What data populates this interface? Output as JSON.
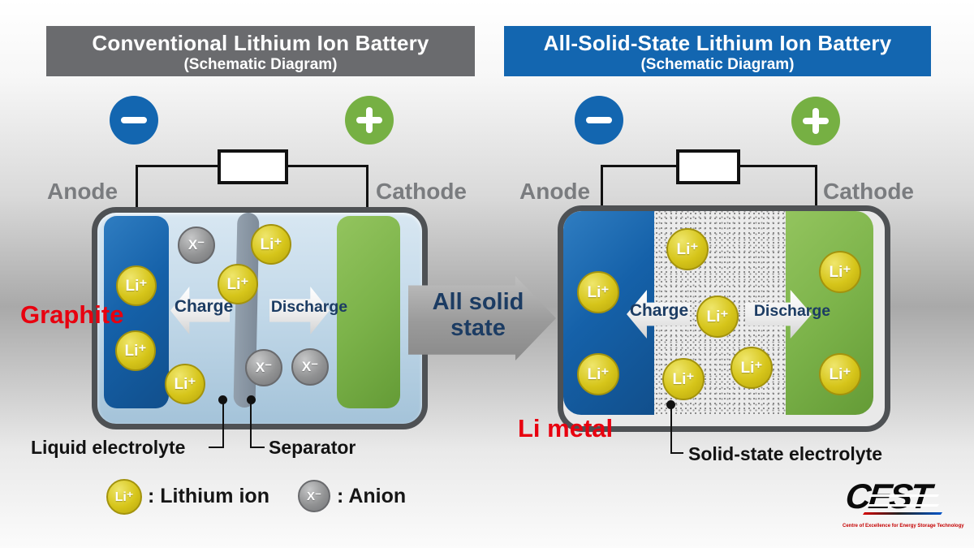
{
  "left_panel": {
    "title": "Conventional Lithium Ion Battery",
    "subtitle": "(Schematic Diagram)",
    "negative_symbol": "−",
    "positive_symbol": "+",
    "anode_label": "Anode",
    "cathode_label": "Cathode",
    "electrode_material": "Graphite",
    "charge_label": "Charge",
    "discharge_label": "Discharge",
    "electrolyte_callout": "Liquid electrolyte",
    "separator_callout": "Separator"
  },
  "right_panel": {
    "title": "All-Solid-State Lithium Ion Battery",
    "subtitle": "(Schematic Diagram)",
    "negative_symbol": "−",
    "positive_symbol": "+",
    "anode_label": "Anode",
    "cathode_label": "Cathode",
    "electrode_material": "Li metal",
    "charge_label": "Charge",
    "discharge_label": "Discharge",
    "electrolyte_callout": "Solid-state electrolyte"
  },
  "transition": {
    "line1": "All solid",
    "line2": "state"
  },
  "ions": {
    "lithium": "Li⁺",
    "anion": "X⁻"
  },
  "legend": {
    "lithium_symbol": "Li⁺",
    "lithium_label": ": Lithium ion",
    "anion_symbol": "X⁻",
    "anion_label": ": Anion"
  },
  "logo": {
    "name": "CEST",
    "tagline": "Centre of Excellence for Energy Storage Technology"
  },
  "colors": {
    "brand_blue": "#1366b0",
    "title_gray": "#6a6b6e",
    "negative_blue": "#1366b0",
    "positive_green": "#76b043",
    "anode_blue": "#1561a9",
    "cathode_green": "#7cb34a",
    "lithium_yellow": "#d2c216",
    "anion_gray": "#909192",
    "navy_text": "#1c3c63",
    "red_label": "#e8000f"
  }
}
